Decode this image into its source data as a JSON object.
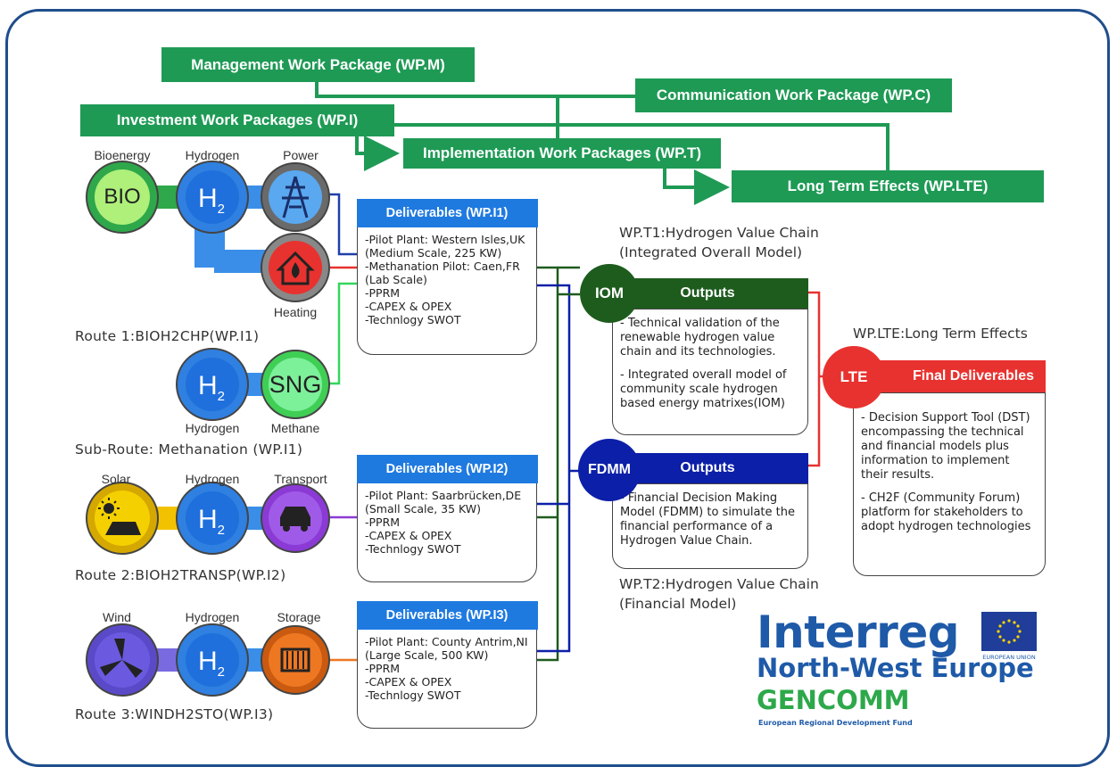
{
  "work_packages": {
    "management": "Management Work Package (WP.M)",
    "communication": "Communication Work Package (WP.C)",
    "investment": "Investment Work Packages (WP.I)",
    "implementation": "Implementation Work Packages (WP.T)",
    "long_term": "Long Term Effects (WP.LTE)"
  },
  "route1": {
    "labels": [
      "Bioenergy",
      "Hydrogen",
      "Power",
      "Heating"
    ],
    "icons": [
      "BIO",
      "H",
      "2"
    ],
    "caption": "Route 1:BIOH2CHP(WP.I1)"
  },
  "subroute": {
    "labels": [
      "Hydrogen",
      "Methane"
    ],
    "icons": [
      "SNG"
    ],
    "caption": "Sub-Route: Methanation (WP.I1)"
  },
  "route2": {
    "labels": [
      "Solar",
      "Hydrogen",
      "Transport"
    ],
    "caption": "Route 2:BIOH2TRANSP(WP.I2)"
  },
  "route3": {
    "labels": [
      "Wind",
      "Hydrogen",
      "Storage"
    ],
    "caption": "Route 3:WINDH2STO(WP.I3)"
  },
  "deliverables": [
    {
      "title": "Deliverables (WP.I1)",
      "items": [
        "-Pilot Plant: Western Isles,UK",
        " (Medium Scale, 225 KW)",
        "-Methanation Pilot: Caen,FR",
        " (Lab Scale)",
        "-PPRM",
        "-CAPEX & OPEX",
        "-Technlogy SWOT"
      ]
    },
    {
      "title": "Deliverables (WP.I2)",
      "items": [
        "-Pilot Plant: Saarbrücken,DE",
        " (Small Scale, 35 KW)",
        "-PPRM",
        "-CAPEX & OPEX",
        "-Technlogy SWOT"
      ]
    },
    {
      "title": "Deliverables (WP.I3)",
      "items": [
        "-Pilot Plant: County Antrim,NI",
        " (Large Scale, 500 KW)",
        "-PPRM",
        "-CAPEX & OPEX",
        "-Technlogy SWOT"
      ]
    }
  ],
  "t1": {
    "title_line1": "WP.T1:Hydrogen Value Chain",
    "title_line2": "(Integrated Overall Model)",
    "circle": "IOM",
    "header": "Outputs",
    "body1": "- Technical validation of the renewable hydrogen value chain and its technologies.",
    "body2": "- Integrated overall model of community scale hydrogen based energy matrixes(IOM)"
  },
  "t2": {
    "title_line1": "WP.T2:Hydrogen Value Chain",
    "title_line2": "(Financial Model)",
    "circle": "FDMM",
    "header": "Outputs",
    "body1": "- Financial Decision Making Model (FDMM) to simulate the financial performance of a Hydrogen Value Chain."
  },
  "lte": {
    "title": "WP.LTE:Long Term Effects",
    "circle": "LTE",
    "header": "Final Deliverables",
    "body1": "- Decision Support Tool (DST) encompassing the technical and financial models plus information to implement their results.",
    "body2": "- CH2F (Community Forum) platform for stakeholders to adopt hydrogen technologies"
  },
  "logo": {
    "interreg": "Interreg",
    "region": "North-West Europe",
    "project": "GENCOMM",
    "fund": "European Regional Development Fund",
    "eu": "EUROPEAN UNION"
  },
  "colors": {
    "wp_green": "#1e9a55",
    "deliverable_blue": "#1f7ae0",
    "iom_green": "#1e5c1e",
    "fdmm_blue": "#0c1fa8",
    "lte_red": "#e8322f",
    "frame_blue": "#1f4e8c"
  }
}
